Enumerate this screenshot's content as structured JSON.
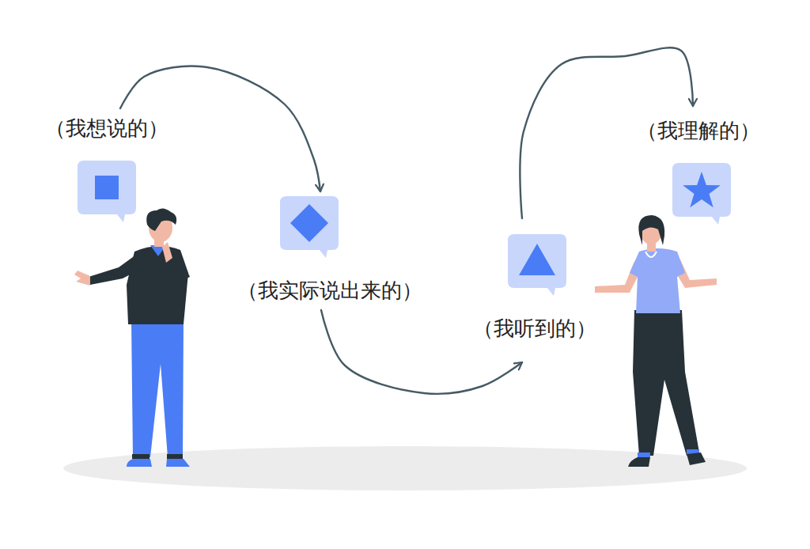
{
  "diagram": {
    "nodes": [
      {
        "text": [
          "（我想说的）"
        ]
      },
      {
        "text": [
          "（我实际说出来的）"
        ]
      },
      {
        "text": [
          "（我听到的）"
        ]
      },
      {
        "text": [
          "（我理解的）"
        ]
      }
    ],
    "edges": [
      {
        "from": 0,
        "to": 1,
        "arrow": "to"
      },
      {
        "from": 1,
        "to": 2,
        "arrow": "to"
      },
      {
        "from": 2,
        "to": 3,
        "arrow": "to"
      }
    ]
  }
}
